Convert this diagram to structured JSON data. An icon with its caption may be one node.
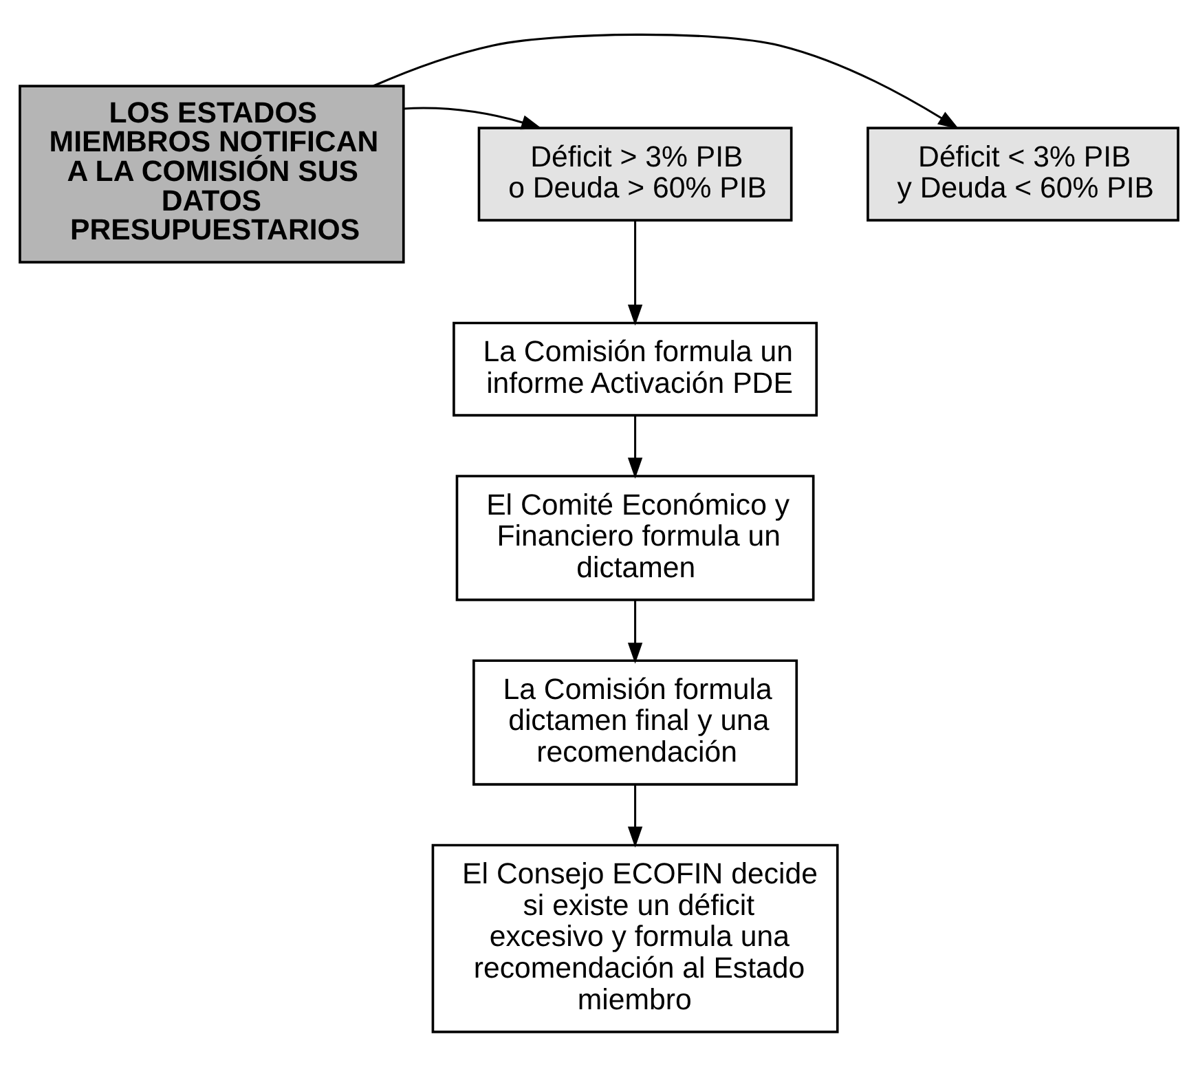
{
  "diagram": {
    "nodes": [
      {
        "text": [
          "LOS ESTADOS MIEMBROS NOTIFICAN A LA COMISIÓN SUS DATOS PRESUPUESTARIOS"
        ]
      },
      {
        "text": [
          "Déficit < 3% PIB y Deuda < 60% PIB"
        ]
      },
      {
        "text": [
          "Déficit > 3% PIB o Deuda > 60% PIB"
        ]
      },
      {
        "text": [
          "La Comisión formula un informe Activación PDE"
        ]
      },
      {
        "text": [
          "El Comité Económico y Financiero formula un dictamen"
        ]
      },
      {
        "text": [
          "La Comisión formula dictamen final y una recomendación"
        ]
      },
      {
        "text": [
          "El Consejo ECOFIN decide si existe un déficit excesivo y formula una recomendación al Estado miembro"
        ]
      }
    ],
    "edges": [
      {
        "from": 0,
        "to": 1,
        "arrow": "to"
      },
      {
        "from": 0,
        "to": 2,
        "arrow": "to"
      },
      {
        "from": 2,
        "to": 3,
        "arrow": "to"
      },
      {
        "from": 3,
        "to": 4,
        "arrow": "to"
      },
      {
        "from": 4,
        "to": 5,
        "arrow": "to"
      },
      {
        "from": 5,
        "to": 6,
        "arrow": "to"
      }
    ]
  }
}
